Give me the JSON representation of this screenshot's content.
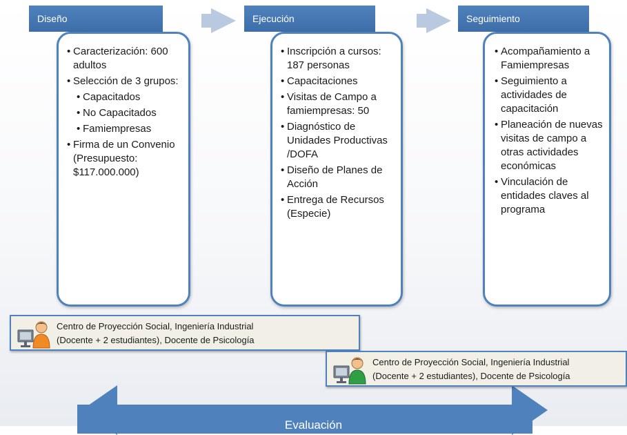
{
  "stages": [
    {
      "title": "Diseño",
      "items": [
        {
          "text": "Caracterización: 600 adultos",
          "sub": false
        },
        {
          "text": "Selección de 3 grupos:",
          "sub": false
        },
        {
          "text": "Capacitados",
          "sub": true
        },
        {
          "text": "No Capacitados",
          "sub": true
        },
        {
          "text": "Famiempresas",
          "sub": true
        },
        {
          "text": "Firma de un Convenio (Presupuesto: $117.000.000)",
          "sub": false
        }
      ]
    },
    {
      "title": "Ejecución",
      "items": [
        {
          "text": "Inscripción a cursos:  187 personas",
          "sub": false
        },
        {
          "text": "Capacitaciones",
          "sub": false
        },
        {
          "text": "Visitas de Campo a famiempresas: 50",
          "sub": false
        },
        {
          "text": "Diagnóstico de Unidades Productivas /DOFA",
          "sub": false
        },
        {
          "text": "Diseño de Planes de Acción",
          "sub": false
        },
        {
          "text": "Entrega de Recursos (Especie)",
          "sub": false
        }
      ]
    },
    {
      "title": "Seguimiento",
      "items": [
        {
          "text": "Acompañamiento a Famiempresas",
          "sub": false
        },
        {
          "text": "Seguimiento a actividades de capacitación",
          "sub": false
        },
        {
          "text": "Planeación de nuevas visitas de campo a otras actividades económicas",
          "sub": false
        },
        {
          "text": "Vinculación de entidades claves al programa",
          "sub": false
        }
      ]
    }
  ],
  "staff_boxes": [
    {
      "line1": "Centro de Proyección Social, Ingeniería Industrial",
      "line2": "(Docente + 2 estudiantes), Docente de Psicología"
    },
    {
      "line1": "Centro de Proyección Social, Ingeniería Industrial",
      "line2": "(Docente + 2 estudiantes), Docente de Psicología"
    }
  ],
  "evaluation_label": "Evaluación",
  "colors": {
    "accent": "#4f81bd",
    "arrow": "#b8c9e0",
    "staff_bg": "#f2f0e6"
  }
}
